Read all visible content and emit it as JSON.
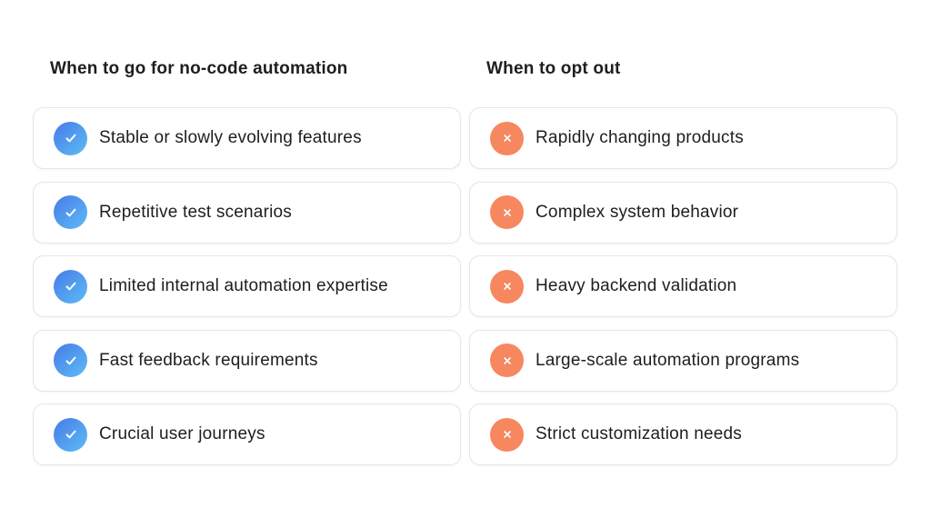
{
  "colors": {
    "background": "#ffffff",
    "text": "#1e1e1e",
    "card_bg": "#ffffff",
    "card_border": "#e5e5ea",
    "check_gradient_start": "#477be8",
    "check_gradient_end": "#5dbcf5",
    "cross_fill": "#f6875f",
    "icon_glyph": "#ffffff"
  },
  "columns": [
    {
      "title": "When to go for no-code automation",
      "icon": "check-icon",
      "items": [
        "Stable or slowly evolving features",
        "Repetitive test scenarios",
        "Limited internal automation expertise",
        "Fast feedback requirements",
        "Crucial user journeys"
      ]
    },
    {
      "title": "When to opt out",
      "icon": "x-icon",
      "items": [
        "Rapidly changing products",
        "Complex system behavior",
        "Heavy backend validation",
        "Large-scale automation programs",
        "Strict customization needs"
      ]
    }
  ]
}
